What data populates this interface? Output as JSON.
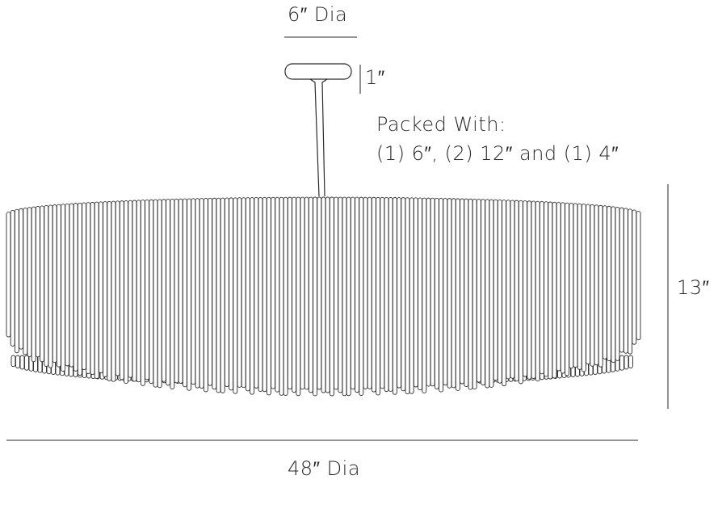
{
  "dimensions": {
    "canopy_diameter": "6″ Dia",
    "canopy_height": "1″",
    "fixture_height": "13″",
    "fixture_diameter": "48″ Dia"
  },
  "note": {
    "line1": "Packed With:",
    "line2": "(1) 6″, (2) 12″ and (1) 4″"
  },
  "colors": {
    "stroke": "#2a2a2a",
    "dim_line": "#555555"
  }
}
